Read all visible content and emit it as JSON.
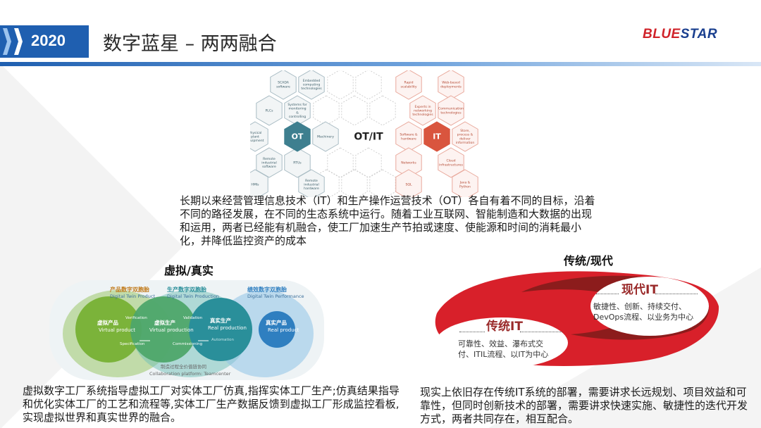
{
  "header": {
    "year": "2020",
    "title": "数字蓝星 – 两两融合",
    "brand_part1": "BLUE",
    "brand_part2": "STAR",
    "colors": {
      "year_box": "#1f5fb0",
      "brand_red": "#d0232a",
      "brand_blue": "#1a3f8f"
    }
  },
  "hex_diagram": {
    "center_ot": "OT",
    "center_it": "IT",
    "middle": "OT/IT",
    "ot_cells": [
      "SCADA software",
      "Embedded computing technologies",
      "PLCs",
      "Systems for monitoring & controlling",
      "Physical plant equipment",
      "Machinery",
      "Remote industrial software",
      "RTUs",
      "HMIs",
      "Remote industrial hardware"
    ],
    "it_cells": [
      "Rapid scalability",
      "Web-based deployments",
      "Experts in networking technologies",
      "Communication technologies",
      "Software & hardware",
      "Store, process & deliver information",
      "Networks",
      "Cloud infrastructures",
      "SQL",
      "Java & Python"
    ],
    "colors": {
      "ot": "#3e7f8f",
      "it": "#d9553e"
    }
  },
  "paragraph_top": "长期以来经营管理信息技术（IT）和生产操作运营技术（OT）各自有着不同的目标，沿着不同的路径发展，在不同的生态系统中运行。随着工业互联网、智能制造和大数据的出现和运用，两者已经能有机融合，使工厂加速生产节拍或速度、使能源和时间的消耗最小化，并降低监控资产的成本",
  "section_left": {
    "heading": "虚拟/真实",
    "twin_product_cn": "产品数字双胞胎",
    "twin_product_en": "Digital Twin Product",
    "twin_production_cn": "生产数字双胞胎",
    "twin_production_en": "Digital Twin Production",
    "twin_performance_cn": "绩效数字双胞胎",
    "twin_performance_en": "Digital Twin Performance",
    "virtual_product_cn": "虚拟产品",
    "virtual_product_en": "Virtual product",
    "virtual_production_cn": "虚拟生产",
    "virtual_production_en": "Virtual production",
    "real_production_cn": "真实生产",
    "real_production_en": "Real production",
    "real_product_cn": "真实产品",
    "real_product_en": "Real product",
    "verification": "Verification",
    "validation": "Validation",
    "specification": "Specification",
    "commissioning": "Commissioning",
    "automation": "Automation",
    "collab_cn": "制造过程全价值链协同",
    "collab_en": "Collaboration platform: Teamcenter",
    "colors": {
      "green": "#7bb33a",
      "teal": "#2aa59a",
      "blue": "#2f7fc0"
    }
  },
  "section_right": {
    "heading": "传统/现代",
    "modern_title": "现代IT",
    "modern_line1": "敏捷性、创新、持续交付、",
    "modern_line2": "DevOps流程、以业务为中心",
    "traditional_title": "传统IT",
    "traditional_line1": "可靠性、效益、瀑布式交",
    "traditional_line2": "付、ITIL流程、以IT为中心",
    "colors": {
      "red": "#d8202a",
      "dark_red": "#8c1c1c",
      "title": "#9a2a2a"
    }
  },
  "paragraph_bottom_left": "虚拟数字工厂系统指导虚拟工厂对实体工厂仿真,指挥实体工厂生产;仿真结果指导和优化实体工厂的工艺和流程等,实体工厂生产数据反馈到虚拟工厂形成监控看板,实现虚拟世界和真实世界的融合。",
  "paragraph_bottom_right": "现实上依旧存在传统IT系统的部署，需要讲求长远规划、项目效益和可靠性，但同时创新技术的部署，需要讲求快速实施、敏捷性的迭代开发方式，两者共同存在，相互配合。"
}
